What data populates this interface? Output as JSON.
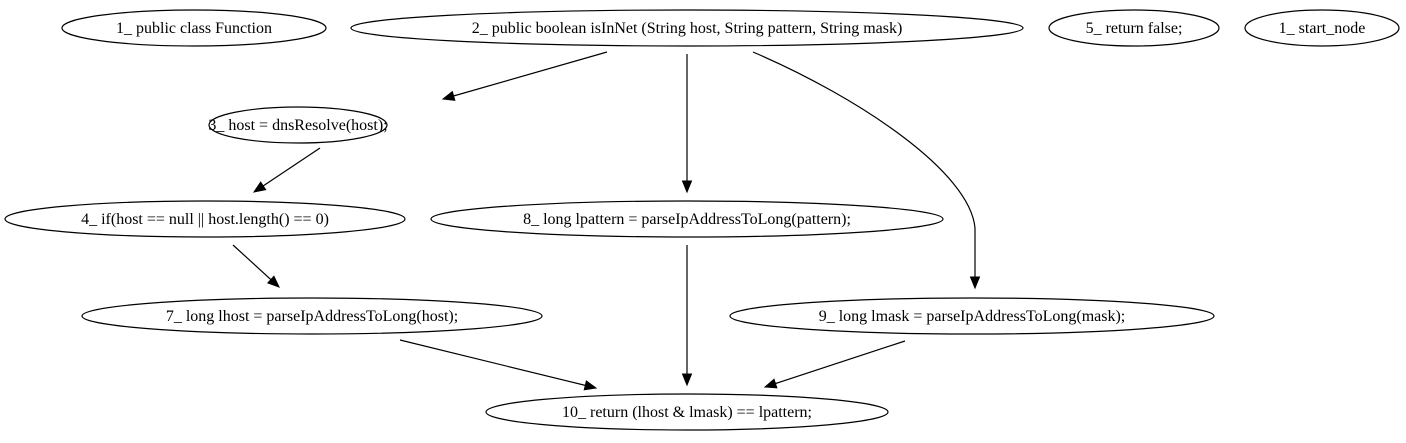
{
  "nodes": [
    {
      "id": "n1",
      "label": "1_ public class Function"
    },
    {
      "id": "n2",
      "label": "2_  public boolean isInNet (String host, String pattern, String mask)"
    },
    {
      "id": "n5",
      "label": "5_ return false;"
    },
    {
      "id": "n1s",
      "label": "1_ start_node"
    },
    {
      "id": "n3",
      "label": "3_ host = dnsResolve(host);"
    },
    {
      "id": "n4",
      "label": "4_ if(host == null || host.length() == 0)"
    },
    {
      "id": "n8",
      "label": "8_ long lpattern = parseIpAddressToLong(pattern);"
    },
    {
      "id": "n7",
      "label": "7_ long lhost = parseIpAddressToLong(host);"
    },
    {
      "id": "n9",
      "label": "9_ long lmask = parseIpAddressToLong(mask);"
    },
    {
      "id": "n10",
      "label": "10_ return (lhost & lmask) == lpattern;"
    }
  ],
  "edges": [
    {
      "from": "n2",
      "to": "n3"
    },
    {
      "from": "n2",
      "to": "n8"
    },
    {
      "from": "n2",
      "to": "n9"
    },
    {
      "from": "n3",
      "to": "n4"
    },
    {
      "from": "n4",
      "to": "n7"
    },
    {
      "from": "n8",
      "to": "n10"
    },
    {
      "from": "n7",
      "to": "n10"
    },
    {
      "from": "n9",
      "to": "n10"
    }
  ]
}
